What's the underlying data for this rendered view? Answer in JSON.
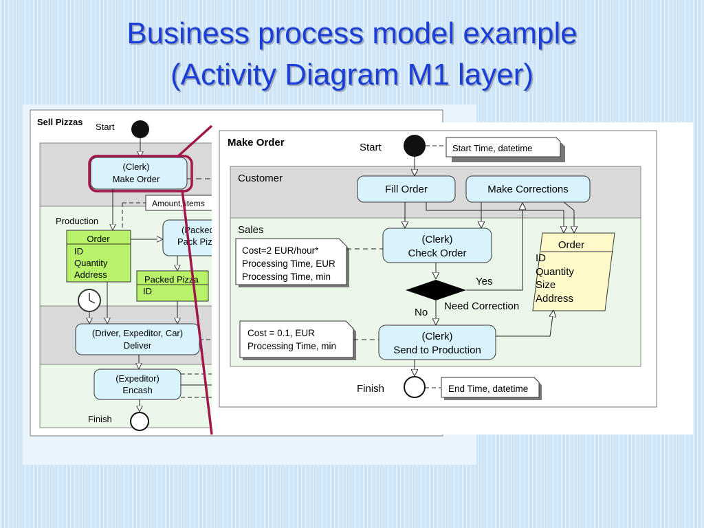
{
  "title": {
    "line1": "Business process model example",
    "line2": "(Activity Diagram M1 layer)"
  },
  "left": {
    "frame_title": "Sell Pizzas",
    "start_label": "Start",
    "finish_label": "Finish",
    "lane_production": "Production",
    "make_order": [
      "(Clerk)",
      "Make Order"
    ],
    "amount_note": "Amount,  items",
    "order_object": {
      "title": "Order",
      "fields": [
        "ID",
        "Quantity",
        "Address"
      ]
    },
    "pack": [
      "(Packed",
      "Pack Piz"
    ],
    "packed_pizza": {
      "title": "Packed Pizza",
      "fields": [
        "ID"
      ]
    },
    "deliver": [
      "(Driver, Expeditor, Car)",
      "Deliver"
    ],
    "encash": [
      "(Expeditor)",
      "Encash"
    ]
  },
  "right": {
    "frame_title": "Make Order",
    "start_label": "Start",
    "start_note": "Start  Time, datetime",
    "lane_customer": "Customer",
    "lane_sales": "Sales",
    "fill_order": "Fill Order",
    "make_corrections": "Make Corrections",
    "check_order": [
      "(Clerk)",
      "Check Order"
    ],
    "cost_note1": [
      "Cost=2  EUR/hour*",
      "Processing Time, EUR",
      "Processing Time, min"
    ],
    "decision_yes": "Yes",
    "decision_no": "No",
    "need_correction": "Need Correction",
    "order_object": {
      "title": "Order",
      "fields": [
        "ID",
        "Quantity",
        "Size",
        "Address"
      ]
    },
    "cost_note2": [
      "Cost = 0.1, EUR",
      "Processing Time, min"
    ],
    "send_production": [
      "(Clerk)",
      "Send to Production"
    ],
    "finish_label": "Finish",
    "end_note": "End Time, datetime"
  },
  "colors": {
    "title": "#1b3fd6",
    "activity_fill": "#d9f3fd",
    "object_green": "#b9f36a",
    "object_yellow": "#fdf9c9",
    "lane_gray": "#d9d9d9",
    "lane_green": "#ebf7e8",
    "highlight": "#a0174a"
  }
}
